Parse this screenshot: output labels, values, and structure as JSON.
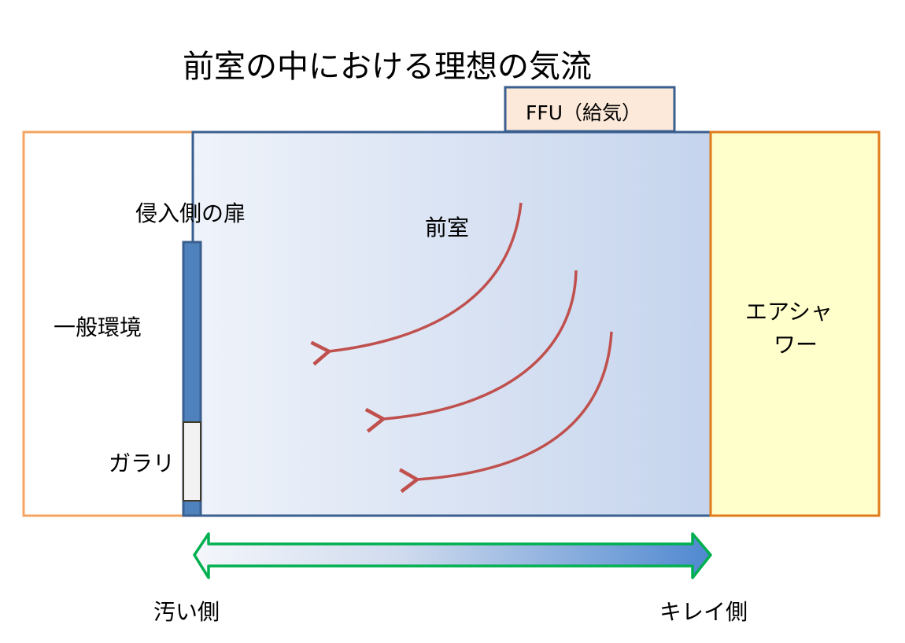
{
  "title": "前室の中における理想の気流",
  "labels": {
    "ffu": "FFU（給気）",
    "door": "侵入側の扉",
    "anteroom": "前室",
    "general_env": "一般環境",
    "air_shower_line1": "エアシャ",
    "air_shower_line2": "ワー",
    "louver": "ガラリ",
    "dirty_side": "汚い側",
    "clean_side": "キレイ側"
  },
  "colors": {
    "anteroom_border": "#3a5f8f",
    "general_border": "#f4a460",
    "air_shower_border": "#e07b1a",
    "air_shower_fill": "#ffffcc",
    "ffu_fill": "#fde9d9",
    "door_fill": "#4f81bd",
    "airflow_arrow": "#c0504d",
    "gradient_arrow_border": "#00b050"
  }
}
